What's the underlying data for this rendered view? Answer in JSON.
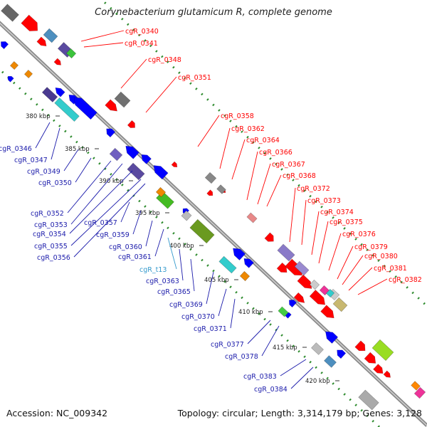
{
  "title": "Corynebacterium glutamicum R, complete genome",
  "footer": {
    "accession": "Accession: NC_009342",
    "summary": "Topology: circular; Length: 3,314,179 bp; Genes: 3,128"
  },
  "colors": {
    "backbone": "#8a8a8a",
    "gc_marks": "#2e8b2e",
    "top_labels": "#ff0000",
    "bottom_labels": "#1a1aaa",
    "trna_label": "#3399cc",
    "forward_arrows": "#ff0000",
    "reverse_arrows": "#0000ff"
  },
  "kbp_ticks": [
    {
      "label": "380 kbp"
    },
    {
      "label": "385 kbp"
    },
    {
      "label": "390 kbp"
    },
    {
      "label": "395 kbp"
    },
    {
      "label": "400 kbp"
    },
    {
      "label": "405 kbp"
    },
    {
      "label": "410 kbp"
    },
    {
      "label": "415 kbp"
    },
    {
      "label": "420 kbp"
    }
  ],
  "top_labels": [
    "cgR_0340",
    "cgR_0341",
    "cgR_0348",
    "cgR_0351",
    "cgR_0358",
    "cgR_0362",
    "cgR_0364",
    "cgR_0366",
    "cgR_0367",
    "cgR_0368",
    "cgR_0372",
    "cgR_0373",
    "cgR_0374",
    "cgR_0375",
    "cgR_0376",
    "cgR_0379",
    "cgR_0380",
    "cgR_0381",
    "cgR_0382"
  ],
  "bottom_labels": [
    "cgR_0346",
    "cgR_0347",
    "cgR_0349",
    "cgR_0350",
    "cgR_0352",
    "cgR_0353",
    "cgR_0354",
    "cgR_0355",
    "cgR_0356",
    "cgR_0357",
    "cgR_0359",
    "cgR_0360",
    "cgR_0361",
    "cgR_t13",
    "cgR_0363",
    "cgR_0365",
    "cgR_0369",
    "cgR_0370",
    "cgR_0371",
    "cgR_0377",
    "cgR_0378",
    "cgR_0383",
    "cgR_0384"
  ]
}
